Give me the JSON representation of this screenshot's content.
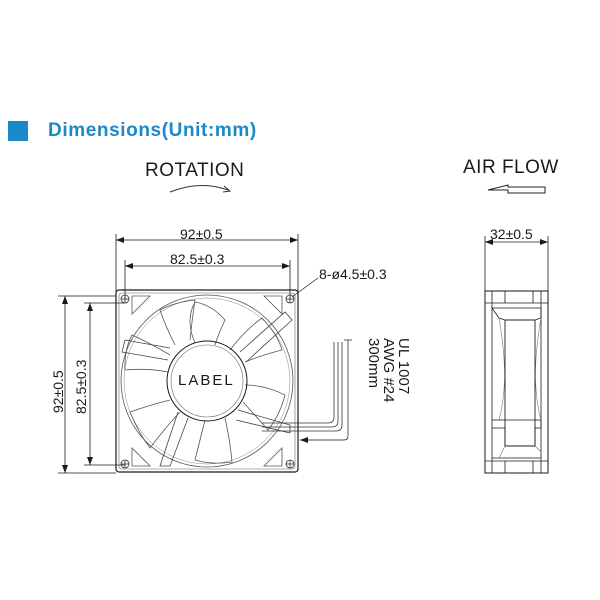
{
  "section": {
    "title": "Dimensions(Unit:mm)",
    "marker_color": "#1a88c9"
  },
  "front_view": {
    "rotation_label": "ROTATION",
    "rotation_arrow_icon": "curved-arrow-right",
    "width_outer": "92±0.5",
    "width_hole_spacing": "82.5±0.3",
    "height_outer": "92±0.5",
    "height_hole_spacing": "82.5±0.3",
    "mounting_holes": "8-ø4.5±0.3",
    "hub_label": "LABEL",
    "blade_count": 7,
    "lead_wire": {
      "line1": "UL 1007",
      "line2": "AWG #24",
      "line3": "300mm"
    }
  },
  "side_view": {
    "airflow_label": "AIR FLOW",
    "airflow_arrow_icon": "arrow-left",
    "depth": "32±0.5"
  },
  "colors": {
    "accent": "#1a88c9",
    "line": "#1a1a1a",
    "detail_line": "#555555"
  }
}
